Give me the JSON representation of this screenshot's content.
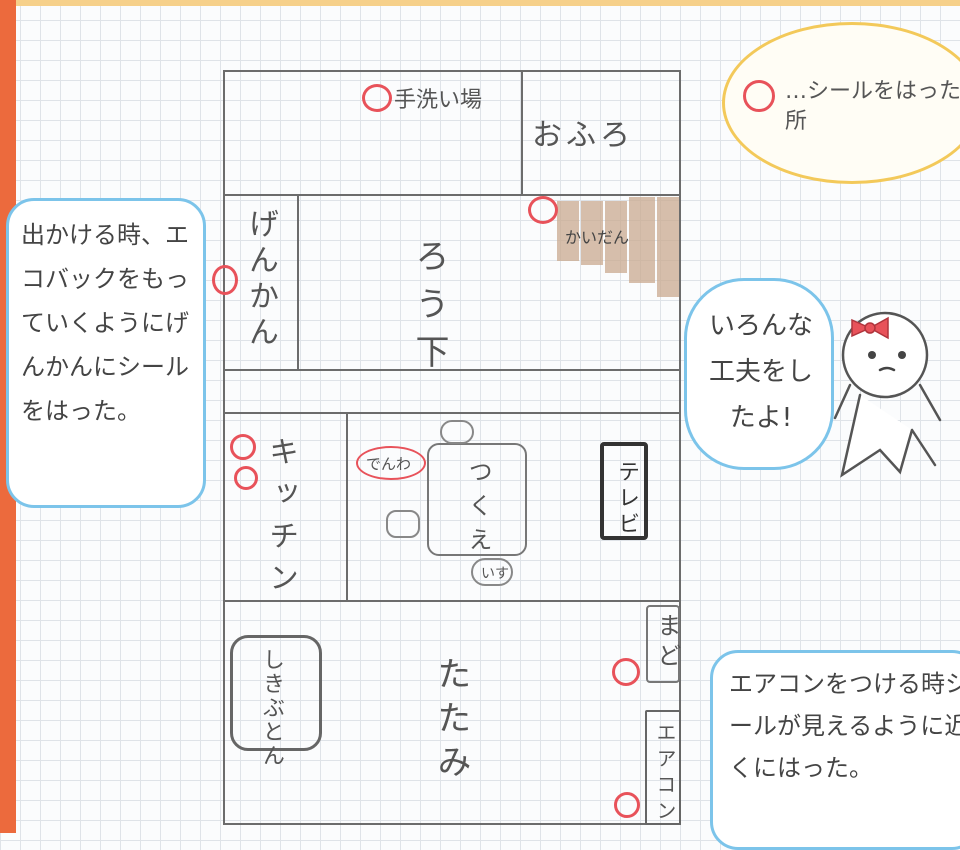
{
  "legend": {
    "text": "…シールをはった所"
  },
  "rooms": {
    "washroom": "手洗い場",
    "bath": "おふろ",
    "entrance": "げんかん",
    "hallway": "ろう下",
    "stairs": "かいだん",
    "kitchen": "キッチン",
    "phone": "でんわ",
    "desk": "つくえ",
    "chair": "いす",
    "tv": "テレビ",
    "tatami": "たたみ",
    "futon": "しきぶとん",
    "window": "まど",
    "aircon": "エアコン"
  },
  "bubbles": {
    "left": "出かける時、エコバックをもっていくようにげんかんにシールをはった。",
    "middle": "いろんな工夫をしたよ!",
    "right": "エアコンをつける時シールが見えるように近くにはった。"
  },
  "colors": {
    "sticker": "#e8525a",
    "bubble": "#7cc4ea",
    "legend_border": "#f3c95a",
    "stairs": "#c9a98f"
  }
}
